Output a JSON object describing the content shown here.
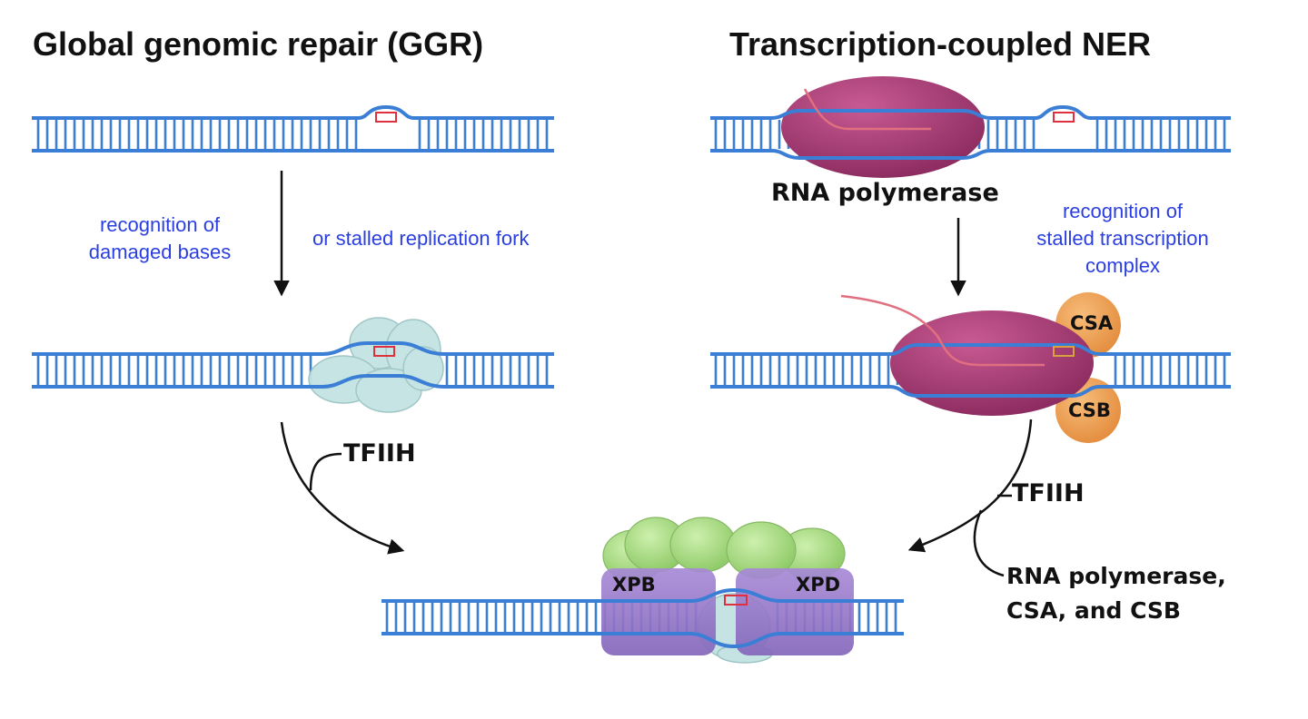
{
  "titles": {
    "ggr": "Global genomic repair (GGR)",
    "tc": "Transcription-coupled NER"
  },
  "ggr": {
    "recognition": [
      "recognition of",
      "damaged bases"
    ],
    "alt": "or stalled replication fork",
    "tfiih": "TFIIH"
  },
  "tc": {
    "polymerase": "RNA polymerase",
    "recognition": [
      "recognition of",
      "stalled transcription",
      "complex"
    ],
    "csa": "CSA",
    "csb": "CSB",
    "tfiih": "TFIIH",
    "released": [
      "RNA polymerase,",
      "CSA, and CSB"
    ]
  },
  "complex": {
    "xpb": "XPB",
    "xpd": "XPD"
  },
  "colors": {
    "dna": "#3a7fd5",
    "damage": "#e03040",
    "polymerase": "#a03470",
    "rna": "#e07080",
    "tfiih_shell": "#c5e3e3",
    "helicase": "#9a7cc8",
    "green_subunits": "#a8dc80",
    "cs_proteins": "#f0a050",
    "annotation": "#2b3fe0"
  }
}
